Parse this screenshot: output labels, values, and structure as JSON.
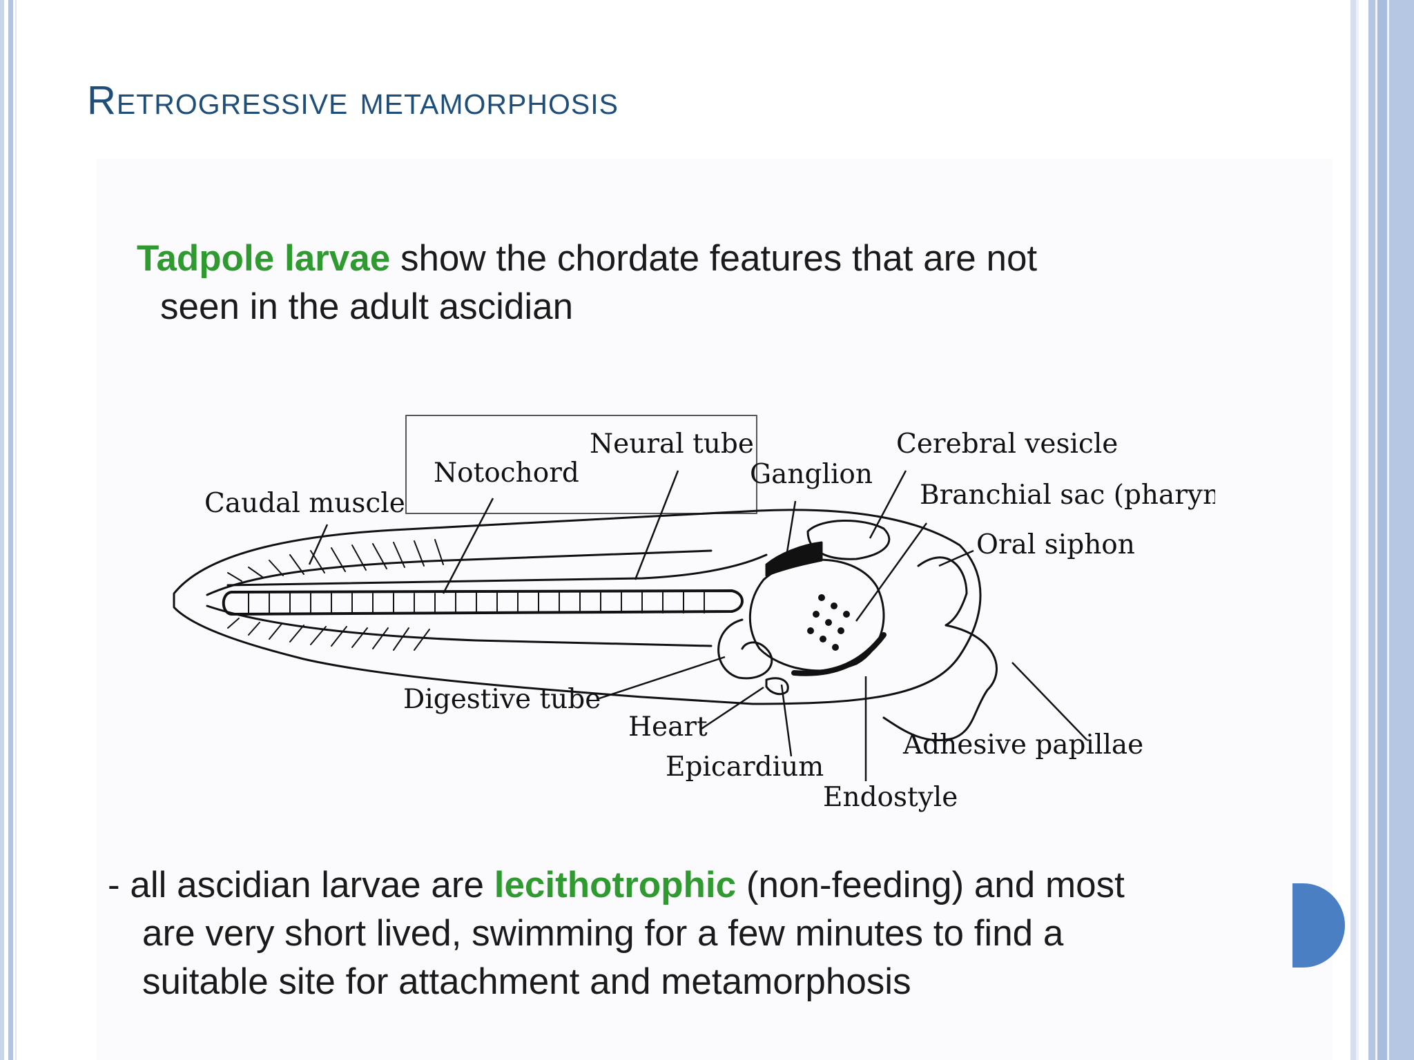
{
  "slide": {
    "title": "Retrogressive metamorphosis",
    "intro": {
      "highlight": "Tadpole larvae",
      "line1_rest": " show the chordate features that are not",
      "line2": "seen in the adult ascidian"
    },
    "outro": {
      "prefix": "- all ascidian larvae are ",
      "highlight": "lecithotrophic",
      "line1_rest": " (non-feeding) and most",
      "line2": "are very short lived, swimming for a few minutes to find a",
      "line3": "suitable site for attachment and metamorphosis"
    }
  },
  "diagram": {
    "labels": {
      "caudal_muscle": "Caudal muscle",
      "notochord": "Notochord",
      "neural_tube": "Neural tube",
      "ganglion": "Ganglion",
      "cerebral_vesicle": "Cerebral vesicle",
      "branchial_sac": "Branchial sac (pharynx)",
      "oral_siphon": "Oral siphon",
      "digestive_tube": "Digestive tube",
      "heart": "Heart",
      "epicardium": "Epicardium",
      "endostyle": "Endostyle",
      "adhesive_papillae": "Adhesive papillae"
    }
  },
  "colors": {
    "title": "#1f4e79",
    "highlight": "#2f9a2f",
    "accent_shape": "#4a7fc4"
  }
}
